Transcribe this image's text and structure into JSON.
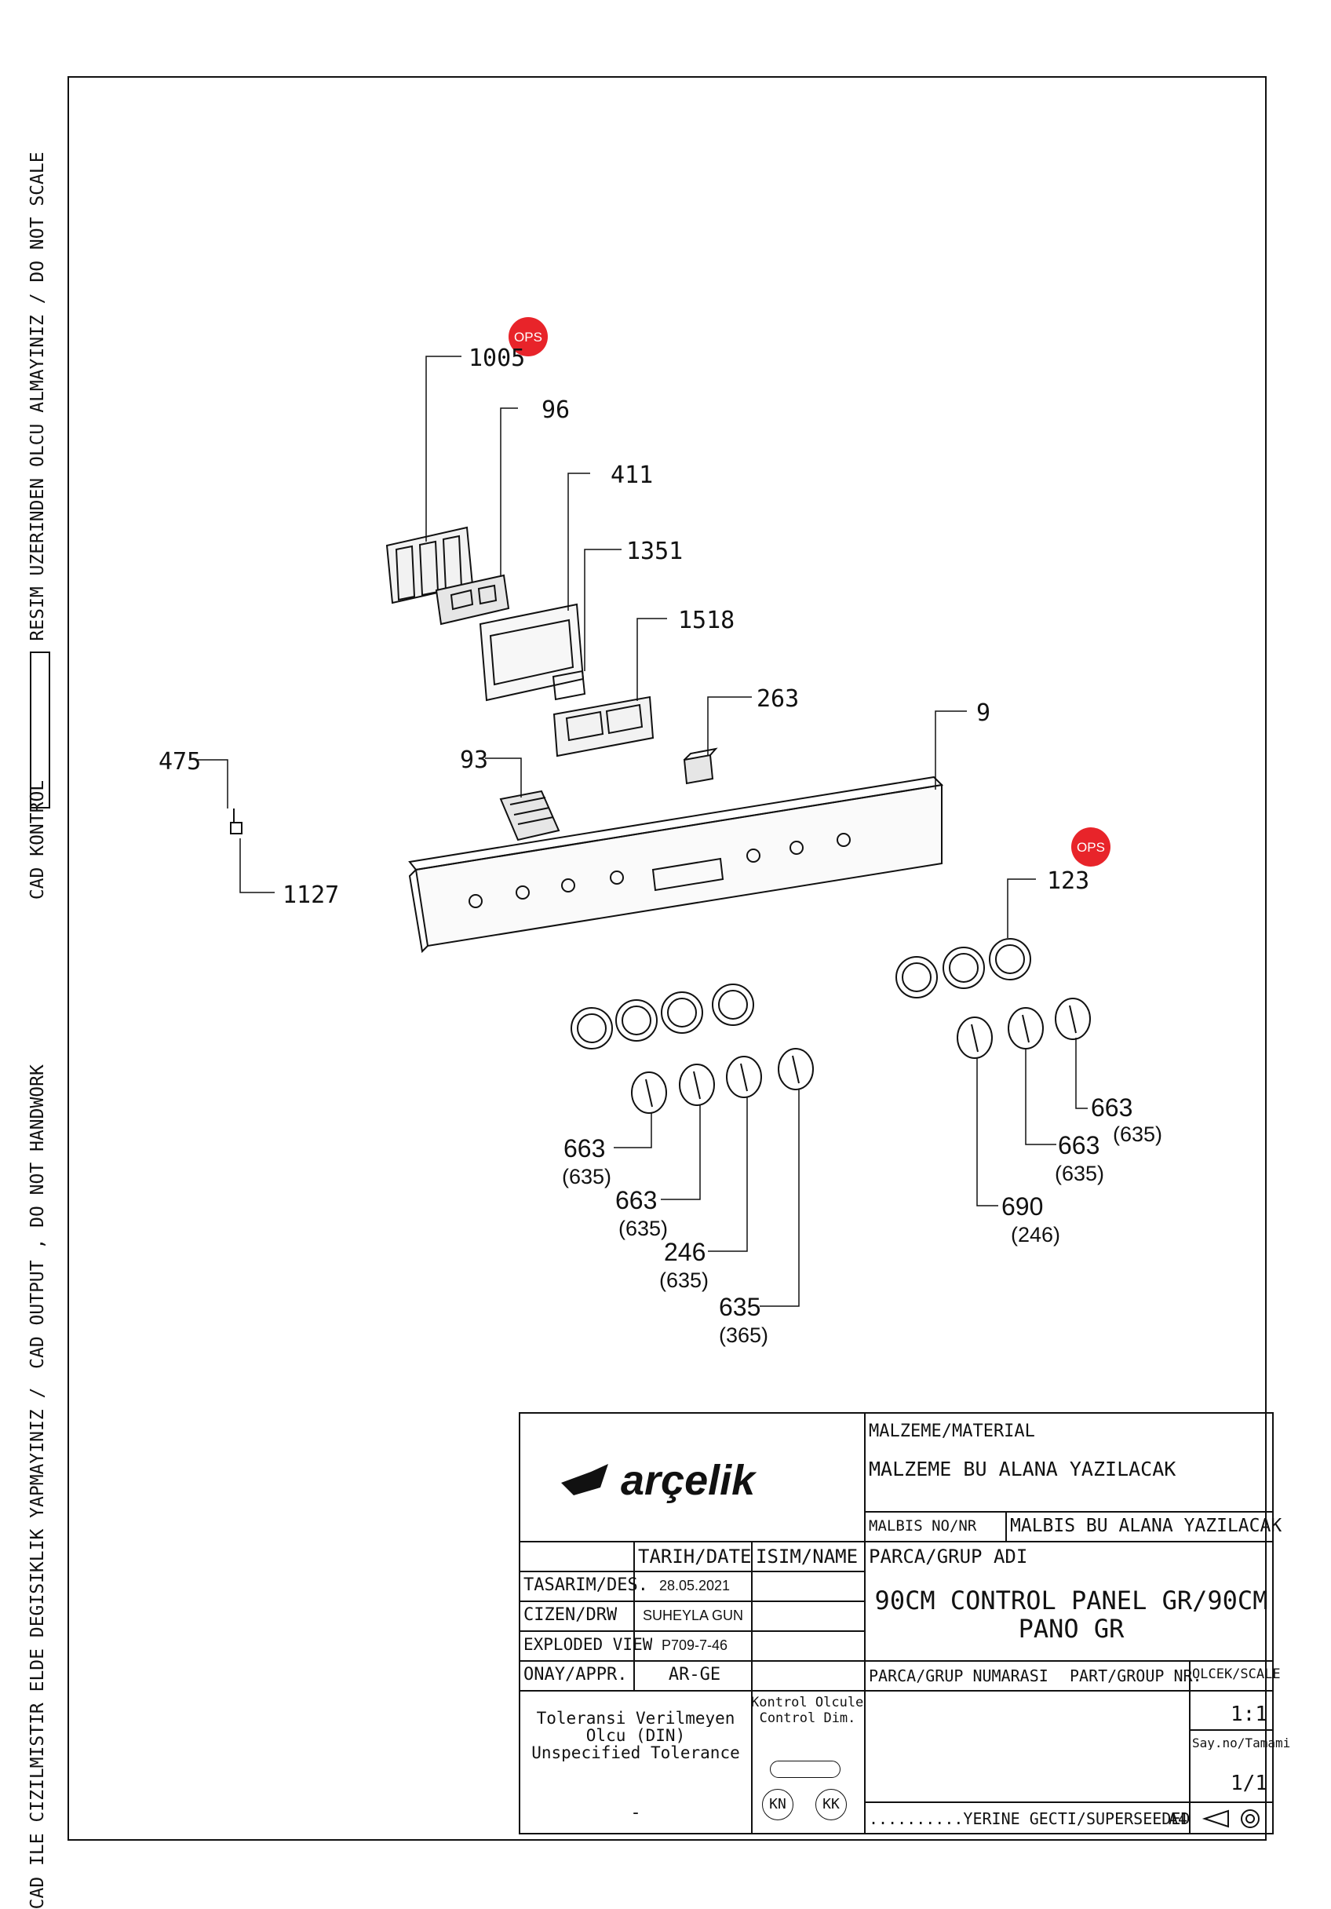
{
  "side_texts": {
    "top": "RESIM UZERINDEN OLCU ALMAYINIZ / DO NOT SCALE",
    "middle": "CAD KONTROL",
    "lower": "CAD OUTPUT , DO NOT HANDWORK",
    "bottom": "CAD ILE CIZILMISTIR ELDE DEGISIKLIK YAPMAYINIZ /"
  },
  "ops_badge": "OPS",
  "callouts": {
    "c1005": "1005",
    "c96": "96",
    "c411": "411",
    "c1351": "1351",
    "c1518": "1518",
    "c263": "263",
    "c9": "9",
    "c93": "93",
    "c475": "475",
    "c1127": "1127",
    "c123": "123"
  },
  "knob_labels": {
    "l1_main": "663",
    "l1_sub": "(635)",
    "l2_main": "663",
    "l2_sub": "(635)",
    "l3_main": "246",
    "l3_sub": "(635)",
    "l4_main": "635",
    "l4_sub": "(365)",
    "r1_main": "663",
    "r1_sub": "(635)",
    "r2_main": "663",
    "r2_sub": "(635)",
    "r3_main": "690",
    "r3_sub": "(246)"
  },
  "title_block": {
    "logo": "arçelik",
    "material_label": "MALZEME/MATERIAL",
    "material_value": "MALZEME BU ALANA YAZILACAK",
    "malbis_label": "MALBIS NO/NR",
    "malbis_value": "MALBIS BU ALANA YAZILACAK",
    "date_header": "TARIH/DATE",
    "name_header": "ISIM/NAME",
    "group_name_label": "PARCA/GRUP ADI",
    "group_name_value_1": "90CM CONTROL PANEL GR/90CM",
    "group_name_value_2": "PANO GR",
    "rows": [
      {
        "label": "TASARIM/DES.",
        "date": "28.05.2021",
        "name": ""
      },
      {
        "label": "CIZEN/DRW",
        "date": "SUHEYLA GUN",
        "name": ""
      },
      {
        "label": "EXPLODED VIEW",
        "date": "P709-7-46",
        "name": ""
      },
      {
        "label": "ONAY/APPR.",
        "date": "AR-GE",
        "name": ""
      }
    ],
    "group_number_label": "PARCA/GRUP NUMARASI",
    "part_number_label": "PART/GROUP NR.",
    "scale_label": "OLCEK/SCALE",
    "scale_value": "1:1",
    "sheet_label": "Say.no/Tamami",
    "sheet_value": "1/1",
    "tolerance_1": "Toleransi Verilmeyen",
    "tolerance_2": "Olcu (DIN)",
    "tolerance_3": "Unspecified Tolerance",
    "tolerance_value": "-",
    "control_1": "Kontrol Olculeri",
    "control_2": "Control Dim.",
    "kn": "KN",
    "kk": "KK",
    "superseded": "..........YERINE GECTI/SUPERSEEDED",
    "paper": "A4"
  },
  "colors": {
    "ops_badge": "#e8242a",
    "line": "#111111"
  }
}
